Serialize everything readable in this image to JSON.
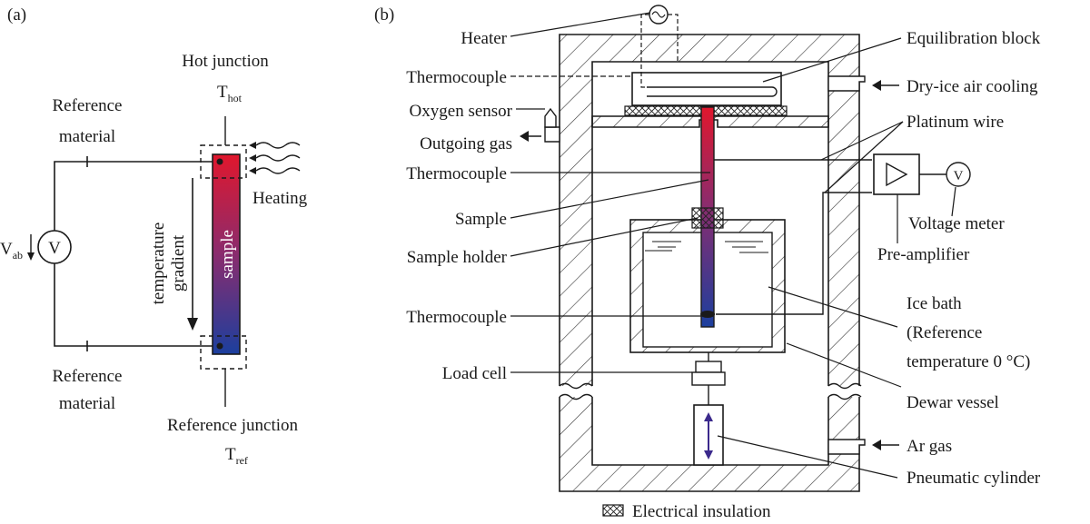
{
  "panel_a": {
    "letter": "(a)",
    "hot_junction": "Hot junction",
    "t_hot_main": "T",
    "t_hot_sub": "hot",
    "reference_material_top_1": "Reference",
    "reference_material_top_2": "material",
    "heating": "Heating",
    "temperature_gradient_1": "temperature",
    "temperature_gradient_2": "gradient",
    "sample": "sample",
    "voltmeter_symbol": "V",
    "v_ab_main": "V",
    "v_ab_sub": "ab",
    "reference_material_bottom_1": "Reference",
    "reference_material_bottom_2": "material",
    "reference_junction": "Reference junction",
    "t_ref_main": "T",
    "t_ref_sub": "ref"
  },
  "panel_b": {
    "letter": "(b)",
    "heater": "Heater",
    "thermocouple_top": "Thermocouple",
    "oxygen_sensor": "Oxygen sensor",
    "outgoing_gas": "Outgoing gas",
    "thermocouple_mid": "Thermocouple",
    "sample": "Sample",
    "sample_holder": "Sample holder",
    "thermocouple_bath": "Thermocouple",
    "load_cell": "Load cell",
    "equilibration_block": "Equilibration block",
    "dry_ice_air_cooling": "Dry-ice air cooling",
    "platinum_wire": "Platinum wire",
    "voltage_meter": "Voltage meter",
    "pre_amplifier": "Pre-amplifier",
    "voltmeter_symbol": "V",
    "ice_bath_1": "Ice bath",
    "ice_bath_2": "(Reference",
    "ice_bath_3": "temperature 0 °C)",
    "dewar_vessel": "Dewar vessel",
    "ar_gas": "Ar gas",
    "pneumatic_cylinder": "Pneumatic cylinder",
    "electrical_insulation": "Electrical insulation"
  },
  "colors": {
    "line": "#1a1a1a",
    "hot": "#e0172d",
    "cold": "#1c3f9e",
    "arrow": "#3b2a8c"
  }
}
